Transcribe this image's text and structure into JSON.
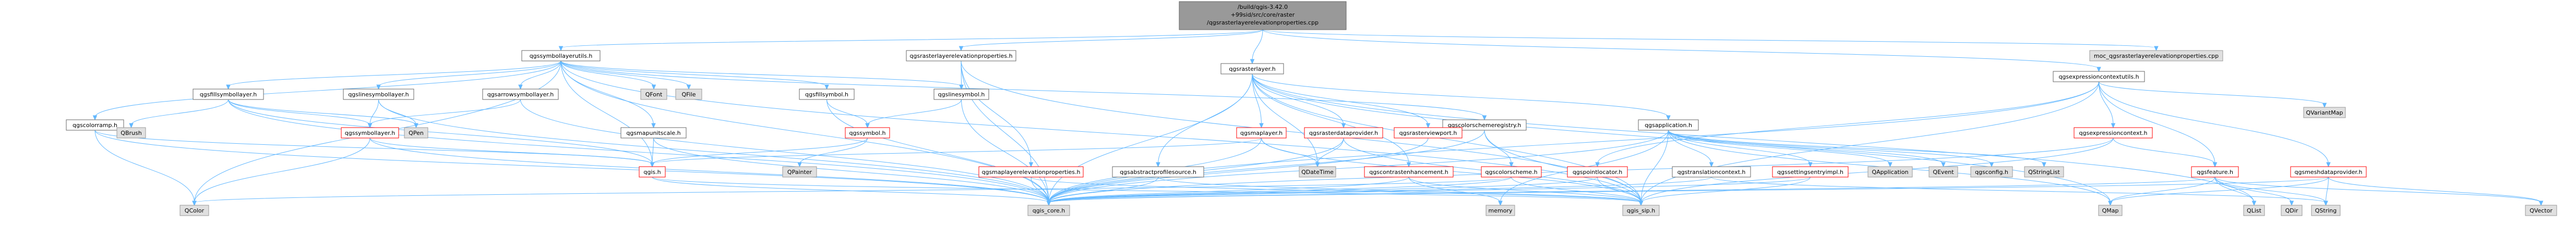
{
  "graph": {
    "colors": {
      "root_fill": "#999999",
      "root_stroke": "#666666",
      "local_fill": "#ffffff",
      "local_stroke": "#666666",
      "system_fill": "#e0e0e0",
      "system_stroke": "#999999",
      "warn_stroke": "#ff0000",
      "edge": "#63b8ff",
      "text": "#000000"
    },
    "nodes": [
      {
        "id": "root",
        "label": "/build/qgis-3.42.0+99sid/src/core/raster/qgsrasterlayerelevationproperties.cpp",
        "kind": "root"
      },
      {
        "id": "qgssymbollayerutils_h",
        "label": "qgssymbollayerutils.h",
        "kind": "local"
      },
      {
        "id": "qgsrasterlayerelevationproperties_h",
        "label": "qgsrasterlayerelevationproperties.h",
        "kind": "local"
      },
      {
        "id": "qgsrasterlayer_h",
        "label": "qgsrasterlayer.h",
        "kind": "local"
      },
      {
        "id": "qgsexpressioncontextutils_h",
        "label": "qgsexpressioncontextutils.h",
        "kind": "local"
      },
      {
        "id": "moc_cpp",
        "label": "moc_qgsrasterlayerelevationproperties.cpp",
        "kind": "system"
      },
      {
        "id": "qgsfillsymbollayer_h",
        "label": "qgsfillsymbollayer.h",
        "kind": "local"
      },
      {
        "id": "qgslinesymbollayer_h",
        "label": "qgslinesymbollayer.h",
        "kind": "local"
      },
      {
        "id": "qgsarrowsymbollayer_h",
        "label": "qgsarrowsymbollayer.h",
        "kind": "local"
      },
      {
        "id": "qgscolorramp_h",
        "label": "qgscolorramp.h",
        "kind": "local"
      },
      {
        "id": "qgsmapunitscale_h",
        "label": "qgsmapunitscale.h",
        "kind": "local"
      },
      {
        "id": "qgsfillsymbol_h",
        "label": "qgsfillsymbol.h",
        "kind": "local"
      },
      {
        "id": "qgslinesymbol_h",
        "label": "qgslinesymbol.h",
        "kind": "local"
      },
      {
        "id": "QFont",
        "label": "QFont",
        "kind": "system"
      },
      {
        "id": "QFile",
        "label": "QFile",
        "kind": "system"
      },
      {
        "id": "qgscolorschemeregistry_h",
        "label": "qgscolorschemeregistry.h",
        "kind": "local"
      },
      {
        "id": "qgsapplication_h",
        "label": "qgsapplication.h",
        "kind": "local"
      },
      {
        "id": "QVariantMap",
        "label": "QVariantMap",
        "kind": "system"
      },
      {
        "id": "QBrush",
        "label": "QBrush",
        "kind": "system"
      },
      {
        "id": "QPen",
        "label": "QPen",
        "kind": "system"
      },
      {
        "id": "qgssymbollayer_h",
        "label": "qgssymbollayer.h",
        "kind": "warn"
      },
      {
        "id": "qgssymbol_h",
        "label": "qgssymbol.h",
        "kind": "warn"
      },
      {
        "id": "qgsmaplayer_h",
        "label": "qgsmaplayer.h",
        "kind": "warn"
      },
      {
        "id": "qgsrasterdataprovider_h",
        "label": "qgsrasterdataprovider.h",
        "kind": "warn"
      },
      {
        "id": "qgsrasterviewport_h",
        "label": "qgsrasterviewport.h",
        "kind": "warn"
      },
      {
        "id": "qgsexpressioncontext_h",
        "label": "qgsexpressioncontext.h",
        "kind": "warn"
      },
      {
        "id": "qgsmeshdataprovider_h",
        "label": "qgsmeshdataprovider.h",
        "kind": "warn"
      },
      {
        "id": "qgsfeature_h",
        "label": "qgsfeature.h",
        "kind": "warn"
      },
      {
        "id": "qgis_h",
        "label": "qgis.h",
        "kind": "warn"
      },
      {
        "id": "QPainter",
        "label": "QPainter",
        "kind": "system"
      },
      {
        "id": "qgsmaplayerelevationproperties_h",
        "label": "qgsmaplayerelevationproperties.h",
        "kind": "warn"
      },
      {
        "id": "qgsabstractprofilesource_h",
        "label": "qgsabstractprofilesource.h",
        "kind": "local"
      },
      {
        "id": "QDateTime",
        "label": "QDateTime",
        "kind": "system"
      },
      {
        "id": "qgscontrastenhancement_h",
        "label": "qgscontrastenhancement.h",
        "kind": "warn"
      },
      {
        "id": "qgscolorscheme_h",
        "label": "qgscolorscheme.h",
        "kind": "warn"
      },
      {
        "id": "qgspointlocator_h",
        "label": "qgspointlocator.h",
        "kind": "warn"
      },
      {
        "id": "qgstranslationcontext_h",
        "label": "qgstranslationcontext.h",
        "kind": "local"
      },
      {
        "id": "qgssettingsentryimpl_h",
        "label": "qgssettingsentryimpl.h",
        "kind": "warn"
      },
      {
        "id": "QApplication",
        "label": "QApplication",
        "kind": "system"
      },
      {
        "id": "QEvent",
        "label": "QEvent",
        "kind": "system"
      },
      {
        "id": "qgsconfig_h",
        "label": "qgsconfig.h",
        "kind": "system"
      },
      {
        "id": "QStringList",
        "label": "QStringList",
        "kind": "system"
      },
      {
        "id": "QColor",
        "label": "QColor",
        "kind": "system"
      },
      {
        "id": "qgis_core_h",
        "label": "qgis_core.h",
        "kind": "system"
      },
      {
        "id": "memory",
        "label": "memory",
        "kind": "system"
      },
      {
        "id": "qgis_sip_h",
        "label": "qgis_sip.h",
        "kind": "system"
      },
      {
        "id": "QMap",
        "label": "QMap",
        "kind": "system"
      },
      {
        "id": "QList",
        "label": "QList",
        "kind": "system"
      },
      {
        "id": "QDir",
        "label": "QDir",
        "kind": "system"
      },
      {
        "id": "QString",
        "label": "QString",
        "kind": "system"
      },
      {
        "id": "QVector",
        "label": "QVector",
        "kind": "system"
      }
    ],
    "edges": [
      [
        "root",
        "qgssymbollayerutils_h"
      ],
      [
        "root",
        "qgsrasterlayerelevationproperties_h"
      ],
      [
        "root",
        "qgsrasterlayer_h"
      ],
      [
        "root",
        "qgsexpressioncontextutils_h"
      ],
      [
        "root",
        "moc_cpp"
      ],
      [
        "qgssymbollayerutils_h",
        "qgsfillsymbollayer_h"
      ],
      [
        "qgssymbollayerutils_h",
        "qgslinesymbollayer_h"
      ],
      [
        "qgssymbollayerutils_h",
        "qgsarrowsymbollayer_h"
      ],
      [
        "qgssymbollayerutils_h",
        "qgscolorramp_h"
      ],
      [
        "qgssymbollayerutils_h",
        "qgsmapunitscale_h"
      ],
      [
        "qgssymbollayerutils_h",
        "qgsfillsymbol_h"
      ],
      [
        "qgssymbollayerutils_h",
        "qgslinesymbol_h"
      ],
      [
        "qgssymbollayerutils_h",
        "QFont"
      ],
      [
        "qgssymbollayerutils_h",
        "QFile"
      ],
      [
        "qgssymbollayerutils_h",
        "qgscolorschemeregistry_h"
      ],
      [
        "qgssymbollayerutils_h",
        "qgis_h"
      ],
      [
        "qgssymbollayerutils_h",
        "QColor"
      ],
      [
        "qgssymbollayerutils_h",
        "qgis_core_h"
      ],
      [
        "qgssymbollayerutils_h",
        "qgis_sip_h"
      ],
      [
        "qgsrasterlayerelevationproperties_h",
        "qgslinesymbol_h"
      ],
      [
        "qgsrasterlayerelevationproperties_h",
        "qgsmaplayerelevationproperties_h"
      ],
      [
        "qgsrasterlayerelevationproperties_h",
        "qgis_core_h"
      ],
      [
        "qgsrasterlayerelevationproperties_h",
        "qgis_sip_h"
      ],
      [
        "qgsrasterlayer_h",
        "qgsmaplayer_h"
      ],
      [
        "qgsrasterlayer_h",
        "qgsrasterdataprovider_h"
      ],
      [
        "qgsrasterlayer_h",
        "qgsrasterviewport_h"
      ],
      [
        "qgsrasterlayer_h",
        "qgsabstractprofilesource_h"
      ],
      [
        "qgsrasterlayer_h",
        "QDateTime"
      ],
      [
        "qgsrasterlayer_h",
        "qgscontrastenhancement_h"
      ],
      [
        "qgsrasterlayer_h",
        "qgsapplication_h"
      ],
      [
        "qgsrasterlayer_h",
        "qgis_core_h"
      ],
      [
        "qgsrasterlayer_h",
        "qgis_sip_h"
      ],
      [
        "qgsrasterlayer_h",
        "QList"
      ],
      [
        "qgsrasterlayer_h",
        "QMap"
      ],
      [
        "qgsexpressioncontextutils_h",
        "qgsexpressioncontext_h"
      ],
      [
        "qgsexpressioncontextutils_h",
        "qgsmeshdataprovider_h"
      ],
      [
        "qgsexpressioncontextutils_h",
        "qgsfeature_h"
      ],
      [
        "qgsexpressioncontextutils_h",
        "qgspointlocator_h"
      ],
      [
        "qgsexpressioncontextutils_h",
        "QVariantMap"
      ],
      [
        "qgsexpressioncontextutils_h",
        "qgis_core_h"
      ],
      [
        "qgsexpressioncontextutils_h",
        "qgis_sip_h"
      ],
      [
        "qgsfillsymbollayer_h",
        "qgssymbollayer_h"
      ],
      [
        "qgsfillsymbollayer_h",
        "QBrush"
      ],
      [
        "qgsfillsymbollayer_h",
        "QPen"
      ],
      [
        "qgsfillsymbollayer_h",
        "qgis_h"
      ],
      [
        "qgsfillsymbollayer_h",
        "qgis_core_h"
      ],
      [
        "qgslinesymbollayer_h",
        "qgssymbollayer_h"
      ],
      [
        "qgslinesymbollayer_h",
        "QPen"
      ],
      [
        "qgslinesymbollayer_h",
        "qgis_core_h"
      ],
      [
        "qgsarrowsymbollayer_h",
        "qgssymbollayer_h"
      ],
      [
        "qgsarrowsymbollayer_h",
        "qgis_core_h"
      ],
      [
        "qgscolorramp_h",
        "QColor"
      ],
      [
        "qgscolorramp_h",
        "qgis_h"
      ],
      [
        "qgscolorramp_h",
        "qgis_core_h"
      ],
      [
        "qgsmapunitscale_h",
        "qgis_h"
      ],
      [
        "qgsmapunitscale_h",
        "qgis_core_h"
      ],
      [
        "qgsfillsymbol_h",
        "qgssymbol_h"
      ],
      [
        "qgsfillsymbol_h",
        "qgis_core_h"
      ],
      [
        "qgslinesymbol_h",
        "qgssymbol_h"
      ],
      [
        "qgslinesymbol_h",
        "qgis_core_h"
      ],
      [
        "qgssymbollayer_h",
        "qgis_h"
      ],
      [
        "qgssymbollayer_h",
        "QColor"
      ],
      [
        "qgssymbollayer_h",
        "qgis_core_h"
      ],
      [
        "qgssymbol_h",
        "qgis_h"
      ],
      [
        "qgssymbol_h",
        "QPainter"
      ],
      [
        "qgsmaplayer_h",
        "qgis_h"
      ],
      [
        "qgsmaplayer_h",
        "QDateTime"
      ],
      [
        "qgsmaplayer_h",
        "qgis_core_h"
      ],
      [
        "qgsmaplayer_h",
        "qgis_sip_h"
      ],
      [
        "qgsrasterdataprovider_h",
        "QDateTime"
      ],
      [
        "qgsrasterdataprovider_h",
        "qgis_core_h"
      ],
      [
        "qgsrasterdataprovider_h",
        "qgis_sip_h"
      ],
      [
        "qgsrasterviewport_h",
        "qgis_core_h"
      ],
      [
        "qgsabstractprofilesource_h",
        "qgis_core_h"
      ],
      [
        "qgsabstractprofilesource_h",
        "qgis_sip_h"
      ],
      [
        "qgsmaplayerelevationproperties_h",
        "qgis_core_h"
      ],
      [
        "qgsmaplayerelevationproperties_h",
        "qgis_sip_h"
      ],
      [
        "qgscontrastenhancement_h",
        "qgis_core_h"
      ],
      [
        "qgscontrastenhancement_h",
        "qgis_sip_h"
      ],
      [
        "qgscontrastenhancement_h",
        "memory"
      ],
      [
        "qgscolorschemeregistry_h",
        "qgscolorscheme_h"
      ],
      [
        "qgscolorschemeregistry_h",
        "qgis_core_h"
      ],
      [
        "qgscolorschemeregistry_h",
        "qgis_sip_h"
      ],
      [
        "qgscolorscheme_h",
        "QColor"
      ],
      [
        "qgscolorscheme_h",
        "qgis_core_h"
      ],
      [
        "qgscolorscheme_h",
        "qgis_sip_h"
      ],
      [
        "qgsapplication_h",
        "qgstranslationcontext_h"
      ],
      [
        "qgsapplication_h",
        "qgssettingsentryimpl_h"
      ],
      [
        "qgsapplication_h",
        "QApplication"
      ],
      [
        "qgsapplication_h",
        "QEvent"
      ],
      [
        "qgsapplication_h",
        "qgsconfig_h"
      ],
      [
        "qgsapplication_h",
        "QStringList"
      ],
      [
        "qgsapplication_h",
        "qgis_core_h"
      ],
      [
        "qgsapplication_h",
        "qgis_sip_h"
      ],
      [
        "qgsapplication_h",
        "memory"
      ],
      [
        "qgsapplication_h",
        "QMap"
      ],
      [
        "qgstranslationcontext_h",
        "qgis_core_h"
      ],
      [
        "qgstranslationcontext_h",
        "QString"
      ],
      [
        "qgssettingsentryimpl_h",
        "qgis_core_h"
      ],
      [
        "qgssettingsentryimpl_h",
        "qgis_sip_h"
      ],
      [
        "qgsexpressioncontext_h",
        "qgis_core_h"
      ],
      [
        "qgsexpressioncontext_h",
        "qgis_sip_h"
      ],
      [
        "qgsexpressioncontext_h",
        "qgsfeature_h"
      ],
      [
        "qgsmeshdataprovider_h",
        "qgis_core_h"
      ],
      [
        "qgsmeshdataprovider_h",
        "QVector"
      ],
      [
        "qgsmeshdataprovider_h",
        "QString"
      ],
      [
        "qgsmeshdataprovider_h",
        "QMap"
      ],
      [
        "qgsfeature_h",
        "qgis_core_h"
      ],
      [
        "qgsfeature_h",
        "QMap"
      ],
      [
        "qgsfeature_h",
        "QList"
      ],
      [
        "qgsfeature_h",
        "QVector"
      ],
      [
        "qgsfeature_h",
        "QString"
      ],
      [
        "qgsfeature_h",
        "QDir"
      ],
      [
        "qgspointlocator_h",
        "qgis_core_h"
      ],
      [
        "qgspointlocator_h",
        "qgis_sip_h"
      ],
      [
        "qgis_h",
        "qgis_core_h"
      ],
      [
        "qgis_h",
        "qgis_sip_h"
      ]
    ]
  }
}
